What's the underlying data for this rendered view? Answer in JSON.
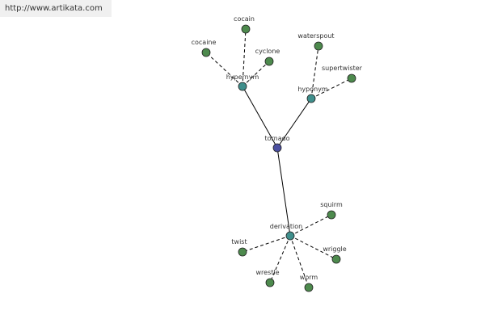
{
  "header": {
    "url": "http://www.artikata.com"
  },
  "colors": {
    "center": "#4b4fa0",
    "hub": "#3f8f8c",
    "leaf": "#4d8a4d"
  },
  "graph": {
    "nodes": [
      {
        "id": "tornado",
        "label": "tornado",
        "kind": "center"
      },
      {
        "id": "hypernym",
        "label": "hypernym",
        "kind": "hub"
      },
      {
        "id": "hyponym",
        "label": "hyponym",
        "kind": "hub"
      },
      {
        "id": "derivation",
        "label": "derivation",
        "kind": "hub"
      },
      {
        "id": "cocain",
        "label": "cocain",
        "kind": "leaf"
      },
      {
        "id": "cocaine",
        "label": "cocaine",
        "kind": "leaf"
      },
      {
        "id": "cyclone",
        "label": "cyclone",
        "kind": "leaf"
      },
      {
        "id": "waterspout",
        "label": "waterspout",
        "kind": "leaf"
      },
      {
        "id": "supertwister",
        "label": "supertwister",
        "kind": "leaf"
      },
      {
        "id": "squirm",
        "label": "squirm",
        "kind": "leaf"
      },
      {
        "id": "twist",
        "label": "twist",
        "kind": "leaf"
      },
      {
        "id": "wriggle",
        "label": "wriggle",
        "kind": "leaf"
      },
      {
        "id": "wrestle",
        "label": "wrestle",
        "kind": "leaf"
      },
      {
        "id": "worm",
        "label": "worm",
        "kind": "leaf"
      }
    ],
    "edges": [
      {
        "from": "tornado",
        "to": "hypernym",
        "style": "solid"
      },
      {
        "from": "tornado",
        "to": "hyponym",
        "style": "solid"
      },
      {
        "from": "tornado",
        "to": "derivation",
        "style": "solid"
      },
      {
        "from": "hypernym",
        "to": "cocain",
        "style": "dashed"
      },
      {
        "from": "hypernym",
        "to": "cocaine",
        "style": "dashed"
      },
      {
        "from": "hypernym",
        "to": "cyclone",
        "style": "dashed"
      },
      {
        "from": "hyponym",
        "to": "waterspout",
        "style": "dashed"
      },
      {
        "from": "hyponym",
        "to": "supertwister",
        "style": "dashed"
      },
      {
        "from": "derivation",
        "to": "squirm",
        "style": "dashed"
      },
      {
        "from": "derivation",
        "to": "twist",
        "style": "dashed"
      },
      {
        "from": "derivation",
        "to": "wriggle",
        "style": "dashed"
      },
      {
        "from": "derivation",
        "to": "wrestle",
        "style": "dashed"
      },
      {
        "from": "derivation",
        "to": "worm",
        "style": "dashed"
      }
    ]
  }
}
